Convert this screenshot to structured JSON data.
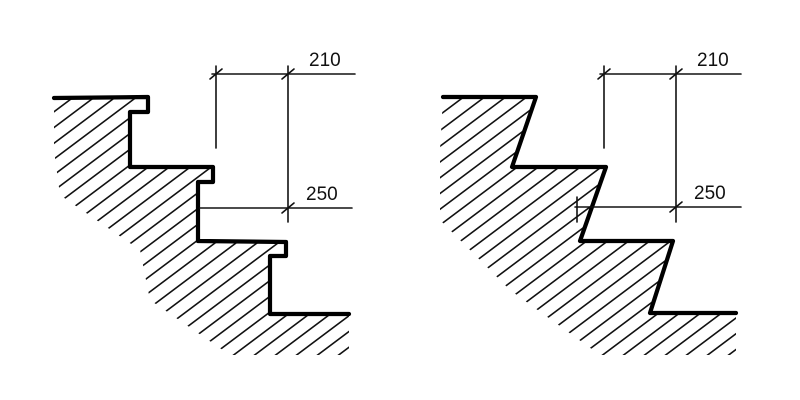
{
  "diagrams": [
    {
      "name": "stair-with-nosing",
      "riser_label": "210",
      "tread_label": "250"
    },
    {
      "name": "stair-with-raked-riser",
      "riser_label": "210",
      "tread_label": "250"
    }
  ]
}
